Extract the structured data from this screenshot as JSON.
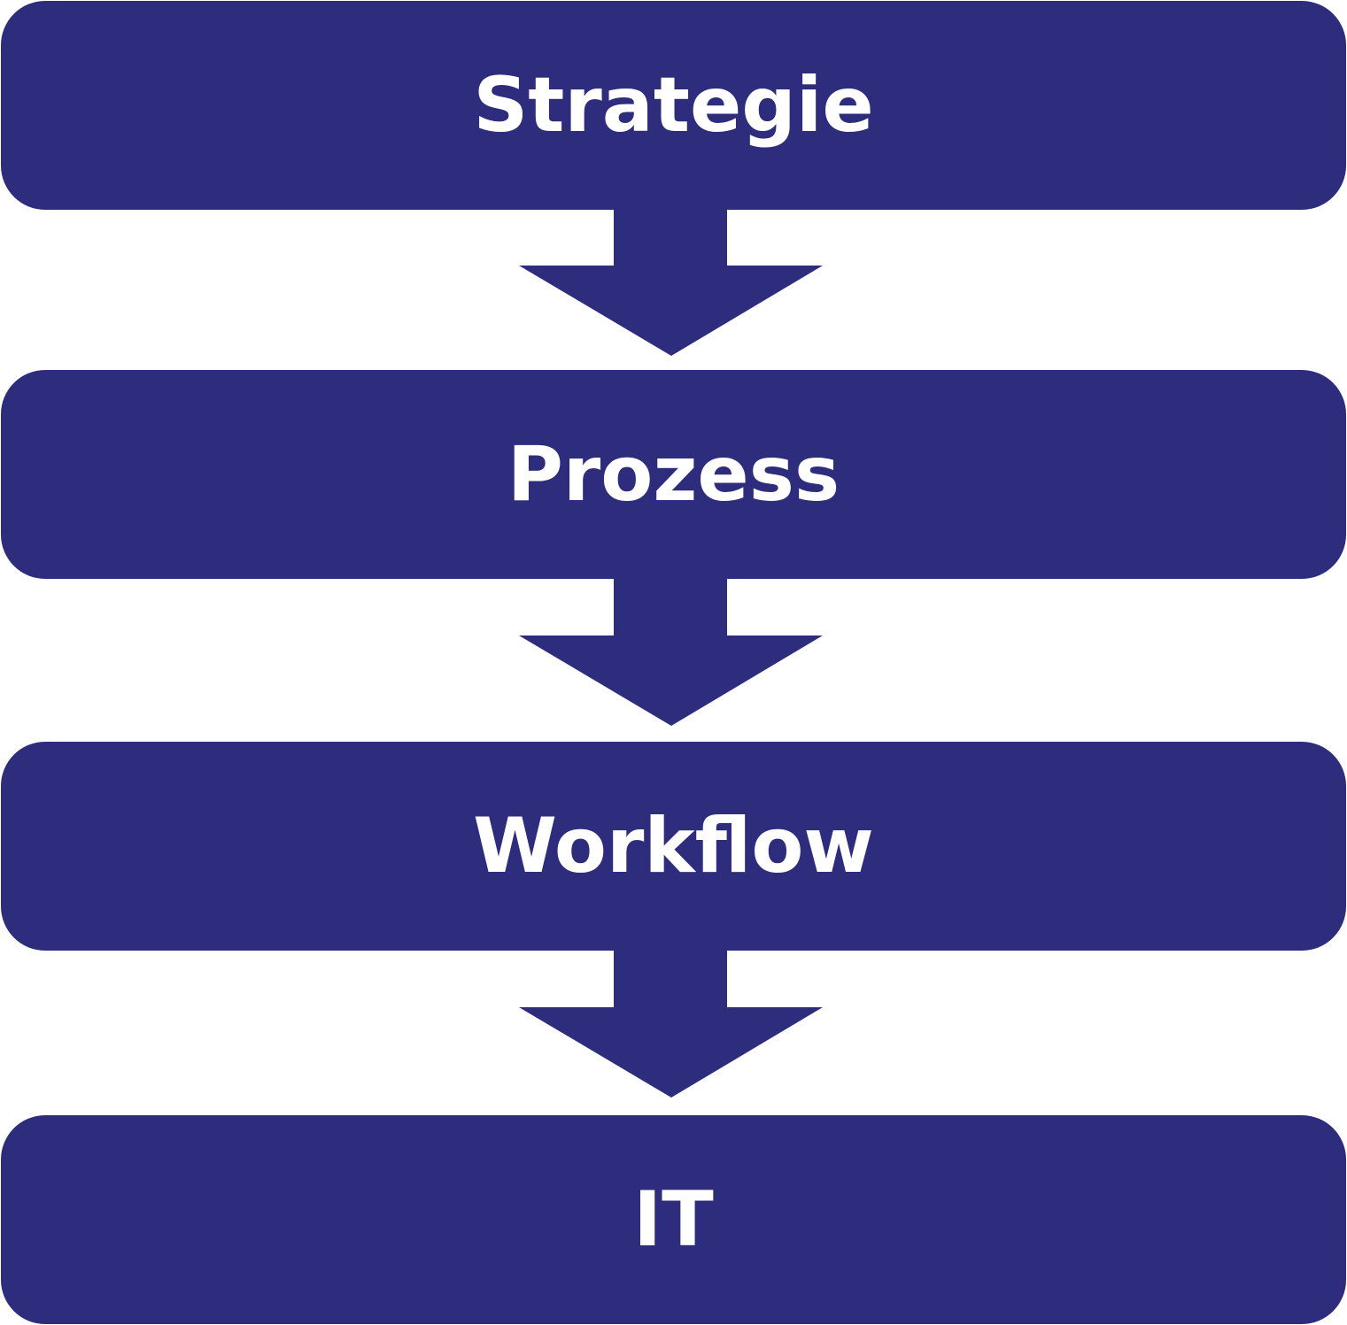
{
  "colors": {
    "box_fill": "#2e2d7d",
    "text": "#ffffff",
    "background": "#ffffff"
  },
  "steps": [
    {
      "label": "Strategie"
    },
    {
      "label": "Prozess"
    },
    {
      "label": "Workflow"
    },
    {
      "label": "IT"
    }
  ],
  "arrows": [
    {
      "icon": "down-arrow-icon"
    },
    {
      "icon": "down-arrow-icon"
    },
    {
      "icon": "down-arrow-icon"
    }
  ]
}
